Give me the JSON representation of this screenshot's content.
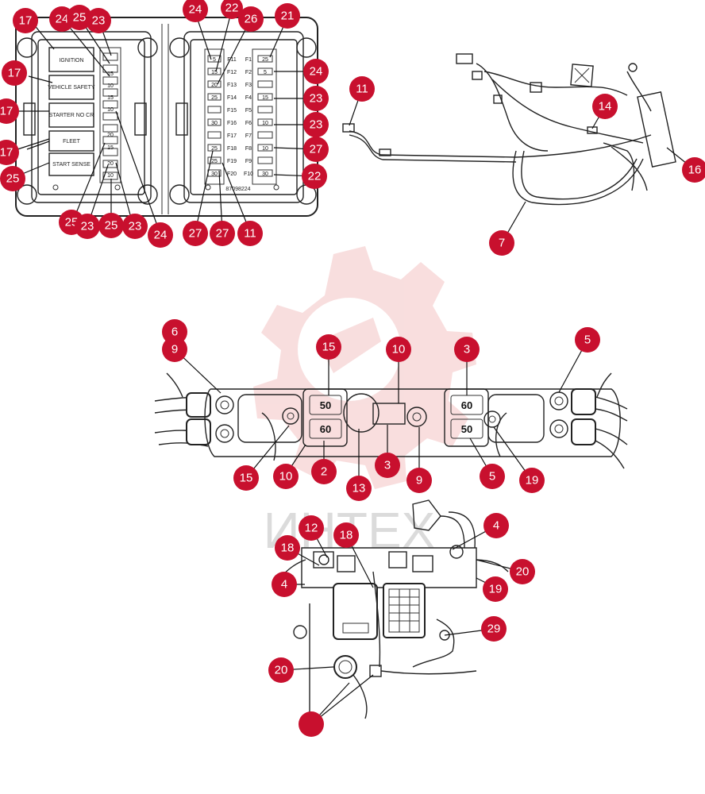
{
  "fuse_panel": {
    "switch_labels": [
      "IGNITION",
      "VEHICLE SAFETY",
      "STARTER NO CR",
      "FLEET",
      "START SENSE"
    ],
    "fuse_ratings_left": [
      "15",
      "10",
      "15",
      "10",
      "20",
      "15",
      "20",
      "10"
    ],
    "fuse_ratings_right": [
      "5",
      "15",
      "20",
      "25",
      "30",
      "25",
      "25",
      "30"
    ],
    "right_column": [
      "25",
      "5",
      "",
      "15",
      "",
      "10",
      "",
      "10",
      "",
      "30"
    ],
    "slot_labels": [
      "F11",
      "F12",
      "F13",
      "F14",
      "F15",
      "F16",
      "F17",
      "F18",
      "F19",
      "F20",
      "F1",
      "F2",
      "F3",
      "F4",
      "F5",
      "F6",
      "F7",
      "F8",
      "F9",
      "F10"
    ],
    "part_number": "87098224"
  },
  "power_block": {
    "fuse_values": [
      "50",
      "60",
      "60",
      "50"
    ]
  },
  "watermark": "ИНТЕХ",
  "callouts": [
    {
      "id": "c1",
      "label": "17"
    },
    {
      "id": "c2",
      "label": "24"
    },
    {
      "id": "c3",
      "label": "25"
    },
    {
      "id": "c4",
      "label": "23"
    },
    {
      "id": "c5",
      "label": "17"
    },
    {
      "id": "c6",
      "label": "17"
    },
    {
      "id": "c7",
      "label": "17"
    },
    {
      "id": "c8",
      "label": "17"
    },
    {
      "id": "c9",
      "label": "25"
    },
    {
      "id": "c10",
      "label": "25"
    },
    {
      "id": "c11",
      "label": "23"
    },
    {
      "id": "c12",
      "label": "25"
    },
    {
      "id": "c13",
      "label": "23"
    },
    {
      "id": "c14",
      "label": "24"
    },
    {
      "id": "c15",
      "label": "24"
    },
    {
      "id": "c16",
      "label": "22"
    },
    {
      "id": "c17",
      "label": "26"
    },
    {
      "id": "c18",
      "label": "21"
    },
    {
      "id": "c19",
      "label": "24"
    },
    {
      "id": "c20",
      "label": "23"
    },
    {
      "id": "c21",
      "label": "23"
    },
    {
      "id": "c22",
      "label": "27"
    },
    {
      "id": "c23",
      "label": "22"
    },
    {
      "id": "c24",
      "label": "27"
    },
    {
      "id": "c25",
      "label": "27"
    },
    {
      "id": "c26",
      "label": "11"
    },
    {
      "id": "c27",
      "label": "11"
    },
    {
      "id": "c28",
      "label": "14"
    },
    {
      "id": "c29",
      "label": "16"
    },
    {
      "id": "c30",
      "label": "7"
    },
    {
      "id": "c31",
      "label": "6"
    },
    {
      "id": "c32",
      "label": "9"
    },
    {
      "id": "c33",
      "label": "15"
    },
    {
      "id": "c34",
      "label": "10"
    },
    {
      "id": "c35",
      "label": "3"
    },
    {
      "id": "c36",
      "label": "5"
    },
    {
      "id": "c37",
      "label": "15"
    },
    {
      "id": "c38",
      "label": "10"
    },
    {
      "id": "c39",
      "label": "2"
    },
    {
      "id": "c40",
      "label": "13"
    },
    {
      "id": "c41",
      "label": "3"
    },
    {
      "id": "c42",
      "label": "9"
    },
    {
      "id": "c43",
      "label": "5"
    },
    {
      "id": "c44",
      "label": "19"
    },
    {
      "id": "c45",
      "label": "12"
    },
    {
      "id": "c46",
      "label": "18"
    },
    {
      "id": "c47",
      "label": "18"
    },
    {
      "id": "c48",
      "label": "4"
    },
    {
      "id": "c49",
      "label": "4"
    },
    {
      "id": "c50",
      "label": "19"
    },
    {
      "id": "c51",
      "label": "20"
    },
    {
      "id": "c52",
      "label": "29"
    },
    {
      "id": "c53",
      "label": "20"
    }
  ]
}
